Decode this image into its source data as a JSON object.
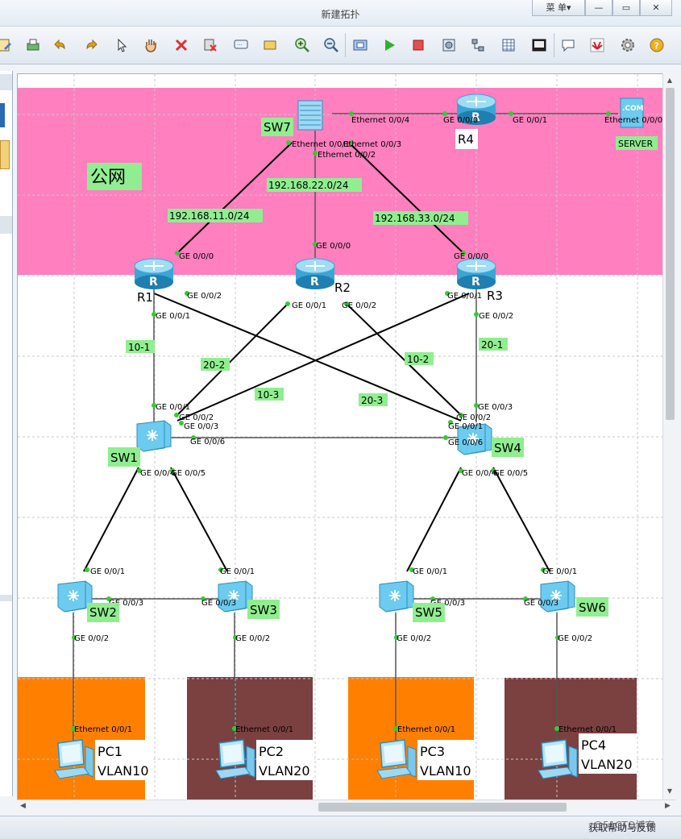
{
  "window": {
    "title": "新建拓扑",
    "menu_label": "菜 单▾",
    "minimize": "—",
    "maximize": "▭",
    "close": "✕"
  },
  "toolbar": {
    "items": [
      "new-topology-icon",
      "print-icon",
      "undo-icon",
      "redo-icon",
      "select-icon",
      "pan-hand-icon",
      "delete-icon",
      "delete-link-icon",
      "text-note-icon",
      "rectangle-icon",
      "zoom-in-icon",
      "zoom-out-icon",
      "fit-view-icon",
      "start-device-icon",
      "stop-device-icon",
      "capture-icon",
      "topology-icon",
      "grid-icon",
      "screenshot-icon",
      "chat-icon",
      "huawei-icon",
      "settings-icon",
      "help-icon"
    ]
  },
  "zones": [
    {
      "label": "公网",
      "color": "#ff7fbf"
    },
    {
      "label": "",
      "color": "#ff8000"
    },
    {
      "label": "",
      "color": "#7b4040"
    }
  ],
  "subnets": [
    "192.168.11.0/24",
    "192.168.22.0/24",
    "192.168.33.0/24"
  ],
  "vlan_links": [
    "10-1",
    "20-2",
    "10-3",
    "10-2",
    "20-3",
    "20-1"
  ],
  "devices": {
    "SW7": "SW7",
    "R4": "R4",
    "SERVER": "SERVER",
    "R1": "R1",
    "R2": "R2",
    "R3": "R3",
    "SW1": "SW1",
    "SW4": "SW4",
    "SW2": "SW2",
    "SW3": "SW3",
    "SW5": "SW5",
    "SW6": "SW6",
    "PC1": "PC1",
    "PC2": "PC2",
    "PC3": "PC3",
    "PC4": "PC4"
  },
  "pc_vlans": {
    "PC1": "VLAN10",
    "PC2": "VLAN20",
    "PC3": "VLAN10",
    "PC4": "VLAN20"
  },
  "ports": {
    "sw7_e004": "Ethernet 0/0/4",
    "r4_ge000": "GE 0/0/0",
    "r4_ge001": "GE 0/0/1",
    "server_e000": "Ethernet 0/0/0",
    "sw7_e001": "Ethernet 0/0/1",
    "sw7_e003": "Ethernet 0/0/3",
    "sw7_e002": "Ethernet 0/0/2",
    "r1_ge000": "GE 0/0/0",
    "r1_ge002": "GE 0/0/2",
    "r1_ge001": "GE 0/0/1",
    "r2_ge000": "GE 0/0/0",
    "r2_ge001": "GE 0/0/1",
    "r2_ge002": "GE 0/0/2",
    "r3_ge000": "GE 0/0/0",
    "r3_ge001": "GE 0/0/1",
    "r3_ge002": "GE 0/0/2",
    "sw1_ge001": "GE 0/0/1",
    "sw1_ge002": "GE 0/0/2",
    "sw1_ge003": "GE 0/0/3",
    "sw1_ge006": "GE 0/0/6",
    "sw1_ge004": "GE 0/0/4",
    "sw1_ge005": "GE 0/0/5",
    "sw4_ge003": "GE 0/0/3",
    "sw4_ge002": "GE 0/0/2",
    "sw4_ge001": "GE 0/0/1",
    "sw4_ge006": "GE 0/0/6",
    "sw4_ge004": "GE 0/0/4",
    "sw4_ge005": "GE 0/0/5",
    "sw2_ge001": "GE 0/0/1",
    "sw2_ge003": "GE 0/0/3",
    "sw2_ge002": "GE 0/0/2",
    "sw3_ge001": "GE 0/0/1",
    "sw3_ge003": "GE 0/0/3",
    "sw3_ge002": "GE 0/0/2",
    "sw5_ge001": "GE 0/0/1",
    "sw5_ge003": "GE 0/0/3",
    "sw5_ge002": "GE 0/0/2",
    "sw6_ge001": "GE 0/0/1",
    "sw6_ge003": "GE 0/0/3",
    "sw6_ge002": "GE 0/0/2",
    "pc1_e001": "Ethernet 0/0/1",
    "pc2_e001": "Ethernet 0/0/1",
    "pc3_e001": "Ethernet 0/0/1",
    "pc4_e001": "Ethernet 0/0/1"
  },
  "status": {
    "help": "获取帮助与反馈",
    "watermark": "@51CTO博客"
  },
  "colors": {
    "label_bg": "#90ee90",
    "public_zone": "#ff7fbf",
    "vlan10_zone": "#ff8000",
    "vlan20_zone": "#7b4040",
    "port_dot": "#33cc33"
  }
}
